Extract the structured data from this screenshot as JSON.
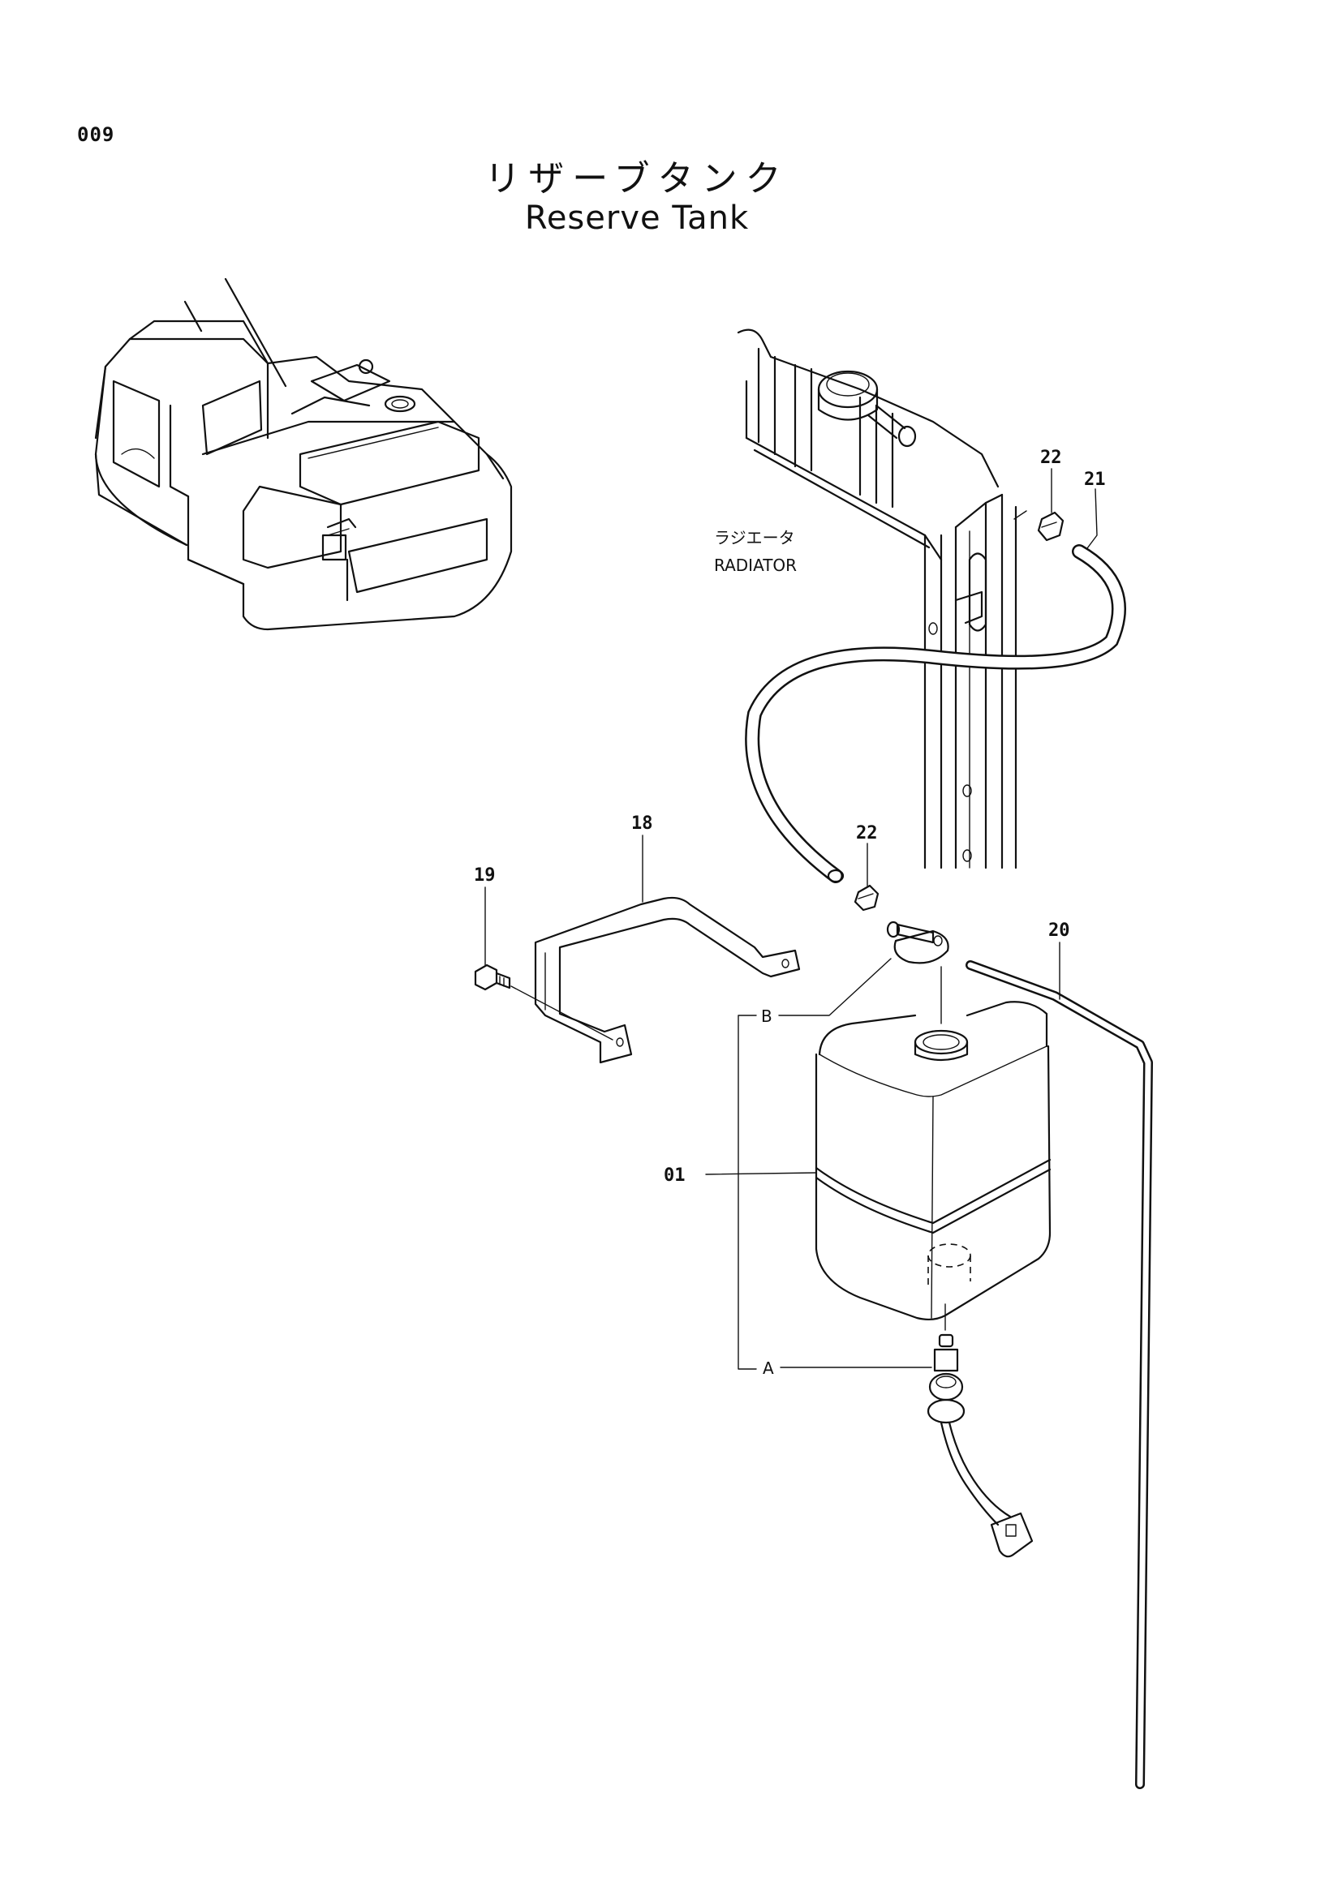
{
  "page": {
    "number": "009"
  },
  "title": {
    "japanese": "リザーブタンク",
    "english": "Reserve Tank"
  },
  "radiator_label": {
    "japanese": "ラジエータ",
    "english": "RADIATOR"
  },
  "callouts": {
    "part_22_top": "22",
    "part_21": "21",
    "part_18": "18",
    "part_22_mid": "22",
    "part_19": "19",
    "part_20": "20",
    "part_01": "01",
    "ref_b": "B",
    "ref_a": "A"
  }
}
